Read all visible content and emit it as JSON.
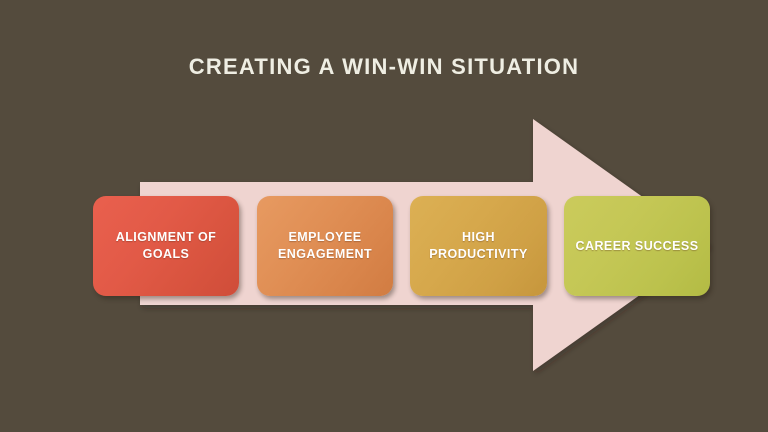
{
  "slide": {
    "title": "CREATING A WIN-WIN SITUATION",
    "background_color": "#544B3D",
    "title_color": "#EFEEE3"
  },
  "arrow": {
    "name": "process-arrow",
    "direction": "right",
    "color": "#EFD4D0"
  },
  "process": {
    "steps": [
      {
        "label": "ALIGNMENT OF\nGOALS",
        "color": "#E25A47"
      },
      {
        "label": "EMPLOYEE\nENGAGEMENT",
        "color": "#E08F55"
      },
      {
        "label": "HIGH\nPRODUCTIVITY",
        "color": "#D6A84C"
      },
      {
        "label": "CAREER SUCCESS",
        "color": "#C4C755"
      }
    ]
  }
}
